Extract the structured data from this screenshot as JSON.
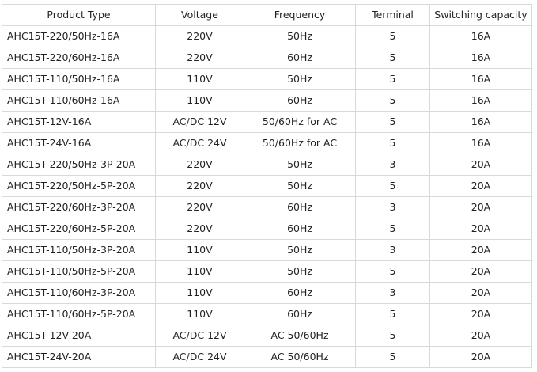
{
  "table": {
    "headers": [
      "Product Type",
      "Voltage",
      "Frequency",
      "Terminal",
      "Switching capacity"
    ],
    "rows": [
      [
        "AHC15T-220/50Hz-16A",
        "220V",
        "50Hz",
        "5",
        "16A"
      ],
      [
        "AHC15T-220/60Hz-16A",
        "220V",
        "60Hz",
        "5",
        "16A"
      ],
      [
        "AHC15T-110/50Hz-16A",
        "110V",
        "50Hz",
        "5",
        "16A"
      ],
      [
        "AHC15T-110/60Hz-16A",
        "110V",
        "60Hz",
        "5",
        "16A"
      ],
      [
        "AHC15T-12V-16A",
        "AC/DC 12V",
        "50/60Hz for AC",
        "5",
        "16A"
      ],
      [
        "AHC15T-24V-16A",
        "AC/DC 24V",
        "50/60Hz for AC",
        "5",
        "16A"
      ],
      [
        "AHC15T-220/50Hz-3P-20A",
        "220V",
        "50Hz",
        "3",
        "20A"
      ],
      [
        "AHC15T-220/50Hz-5P-20A",
        "220V",
        "50Hz",
        "5",
        "20A"
      ],
      [
        "AHC15T-220/60Hz-3P-20A",
        "220V",
        "60Hz",
        "3",
        "20A"
      ],
      [
        "AHC15T-220/60Hz-5P-20A",
        "220V",
        "60Hz",
        "5",
        "20A"
      ],
      [
        "AHC15T-110/50Hz-3P-20A",
        "110V",
        "50Hz",
        "3",
        "20A"
      ],
      [
        "AHC15T-110/50Hz-5P-20A",
        "110V",
        "50Hz",
        "5",
        "20A"
      ],
      [
        "AHC15T-110/60Hz-3P-20A",
        "110V",
        "60Hz",
        "3",
        "20A"
      ],
      [
        "AHC15T-110/60Hz-5P-20A",
        "110V",
        "60Hz",
        "5",
        "20A"
      ],
      [
        "AHC15T-12V-20A",
        "AC/DC 12V",
        "AC 50/60Hz",
        "5",
        "20A"
      ],
      [
        "AHC15T-24V-20A",
        "AC/DC 24V",
        "AC 50/60Hz",
        "5",
        "20A"
      ]
    ]
  }
}
